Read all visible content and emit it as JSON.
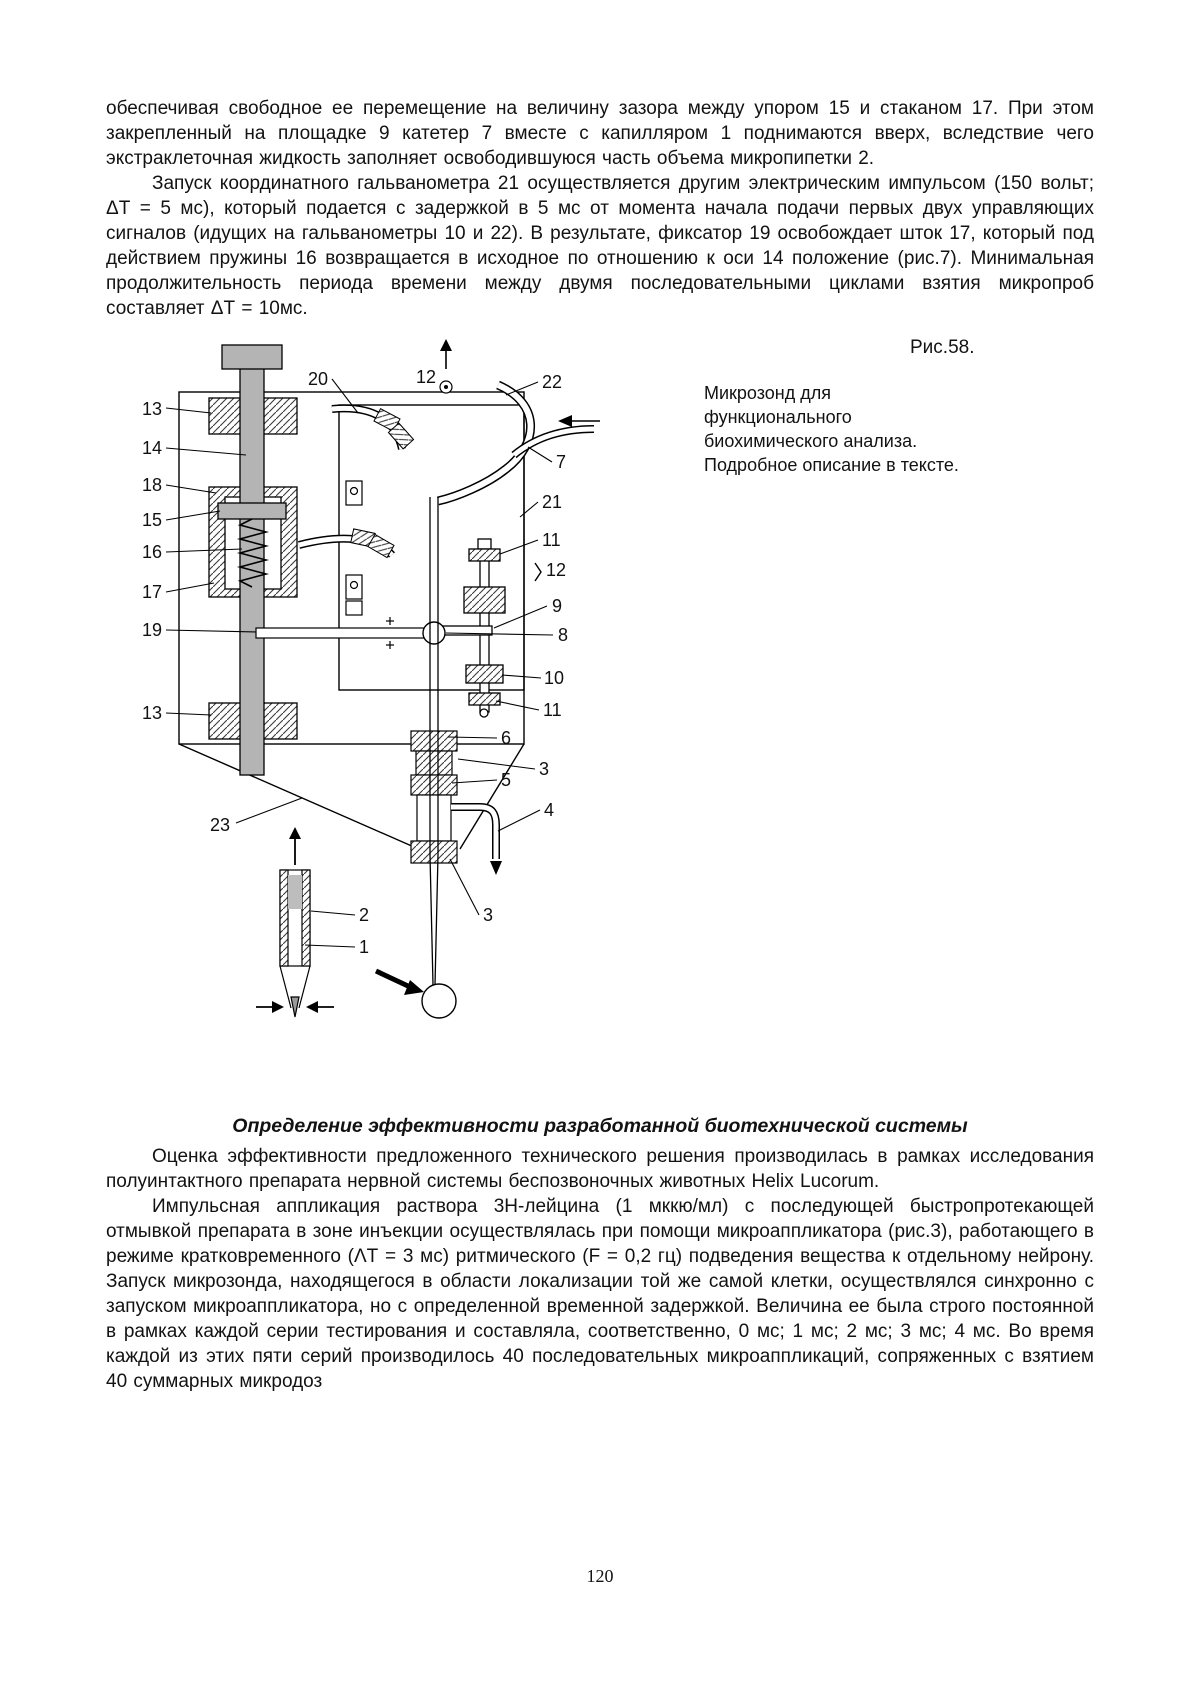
{
  "page": {
    "number": "120"
  },
  "text": {
    "p1": "обеспечивая свободное ее перемещение на величину зазора между упором 15 и стаканом 17.  При этом  закрепленный на площадке 9 катетер 7 вместе с капилляром 1 поднимаются вверх, вследствие чего экстраклеточная жидкость заполняет освободившуюся часть объема микропипетки 2.",
    "p2": "Запуск координатного гальванометра 21 осуществляется другим электрическим импульсом (150 вольт; ΔТ = 5 мс), который подается с задержкой в 5 мс от момента начала подачи первых двух управляющих сигналов (идущих на гальванометры 10 и 22).  В результате, фиксатор 19 освобождает шток 17, который под действием пружины 16 возвращается в исходное по отношению к оси 14 положение (рис.7).   Минимальная продолжительность периода времени между двумя последовательными циклами взятия микропроб составляет ΔТ = 10мс.",
    "p3": "Оценка эффективности предложенного технического решения производилась в рамках исследования полуинтактного препарата нервной системы беспозвоночных животных Helix Lucorum.",
    "p4": "Импульсная  аппликация  раствора  3Н-лейцина  (1  мккю/мл)  с  последующей быстропротекающей отмывкой препарата в зоне инъекции осуществлялась при помощи микроаппликатора (рис.3),   работающего в режиме кратковременного (ΛТ = 3 мс) ритмического  (F = 0,2 гц) подведения вещества к отдельному нейрону.  Запуск микрозонда, находящегося в области локализации той же самой клетки, осуществлялся синхронно с запуском микроаппликатора, но с определенной временной задержкой.  Величина ее была строго постоянной в рамках каждой серии тестирования и составляла, соответственно, 0 мс; 1 мс; 2 мс; 3 мс; 4 мс.  Во время  каждой  из этих пяти серий производилось 40 последовательных микроаппликаций, сопряженных с взятием 40 суммарных микродоз"
  },
  "section": {
    "heading": "Определение эффективности разработанной биотехнической системы"
  },
  "figure": {
    "ref": "Рис.58.",
    "caption": "Микрозонд для функционального биохимического  анализа. Подробное описание в тексте.",
    "labels": [
      "13",
      "14",
      "18",
      "15",
      "16",
      "17",
      "19",
      "13",
      "23",
      "20",
      "12",
      "22",
      "7",
      "21",
      "11",
      "12",
      "9",
      "8",
      "10",
      "11",
      "6",
      "3",
      "5",
      "4",
      "3",
      "2",
      "1"
    ]
  }
}
